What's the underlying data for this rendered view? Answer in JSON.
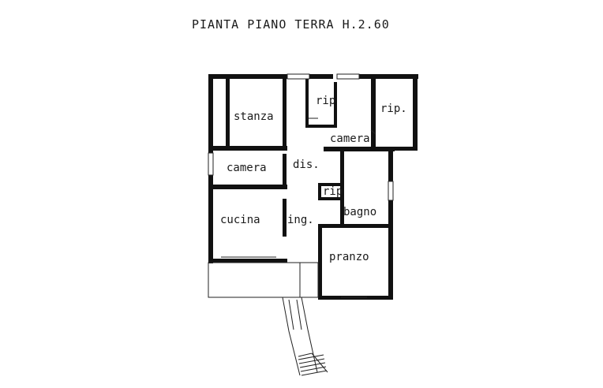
{
  "title": "PIANTA PIANO TERRA H.2.60",
  "rooms": {
    "stanza": "stanza",
    "rip1": "rip",
    "rip2": "rip.",
    "camera1": "camera",
    "camera2": "camera",
    "dis": "dis.",
    "rip3": "rip",
    "bagno": "bagno",
    "cucina": "cucina",
    "ing": "ing.",
    "pranzo": "pranzo"
  }
}
